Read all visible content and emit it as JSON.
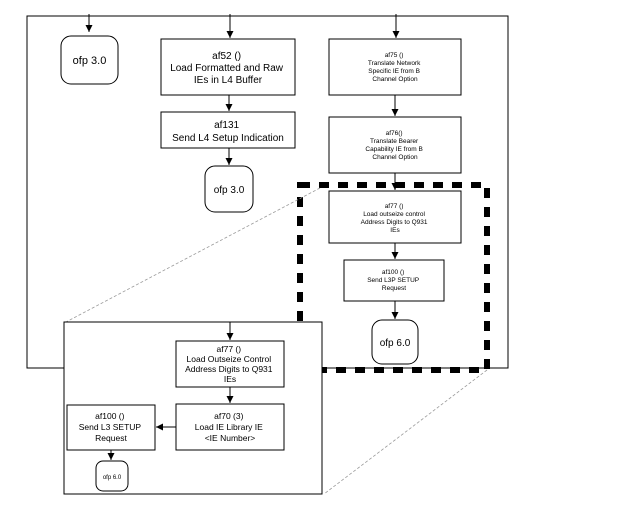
{
  "nodes": {
    "ofp_top_left": {
      "label": "ofp 3.0"
    },
    "af52": {
      "lines": [
        "af52 ()",
        "Load Formatted and Raw",
        "IEs in L4 Buffer"
      ]
    },
    "af131": {
      "lines": [
        "af131",
        "Send L4 Setup Indication"
      ]
    },
    "ofp_mid": {
      "label": "ofp 3.0"
    },
    "af75": {
      "lines": [
        "af75 ()",
        "Translate Network",
        "Specific  IE from B",
        "Channel Option"
      ]
    },
    "af76": {
      "lines": [
        "af76()",
        "Translate Bearer",
        "Capability IE from B",
        "Channel Option"
      ]
    },
    "af77_small": {
      "lines": [
        "af77 ()",
        "Load outseize control",
        "Address Digits to Q931",
        "IEs"
      ]
    },
    "af100_small": {
      "lines": [
        "af100 ()",
        "Send L3P SETUP",
        "Request"
      ]
    },
    "ofp_small": {
      "label": "ofp 6.0"
    },
    "af77_zoom": {
      "lines": [
        "af77 ()",
        "Load Outseize Control",
        "Address Digits to Q931",
        "IEs"
      ]
    },
    "af70_zoom": {
      "lines": [
        "af70 (3)",
        "Load IE Library IE",
        "<IE Number>"
      ]
    },
    "af100_zoom": {
      "lines": [
        "af100 ()",
        "Send L3 SETUP",
        "Request"
      ]
    },
    "ofp_zoom": {
      "label": "ofp 6.0"
    }
  },
  "colors": {
    "stroke": "#000000",
    "background": "#ffffff",
    "zoom_guide": "#9a9a9a"
  }
}
